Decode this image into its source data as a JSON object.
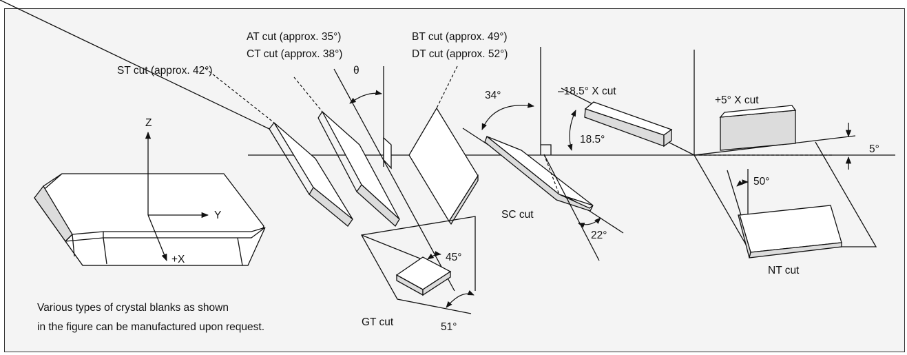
{
  "labels": {
    "st_cut": "ST cut (approx. 42°)",
    "at_cut": "AT cut (approx. 35°)",
    "ct_cut": "CT cut (approx. 38°)",
    "bt_cut": "BT cut (approx. 49°)",
    "dt_cut": "DT cut (approx. 52°)",
    "theta": "θ",
    "sc_angle_34": "34°",
    "x_cut_minus": "–18.5° X cut",
    "angle_18_5": "18.5°",
    "x_cut_plus": "+5° X cut",
    "angle_5": "5°",
    "angle_50": "50°",
    "sc_cut": "SC cut",
    "angle_22": "22°",
    "nt_cut": "NT cut",
    "gt_angle_45": "45°",
    "gt_cut": "GT cut",
    "gt_angle_51": "51°",
    "axis_z": "Z",
    "axis_y": "Y",
    "axis_x": "+X"
  },
  "note": {
    "line1": "Various types of crystal blanks as shown",
    "line2": "in the figure can be manufactured upon request."
  },
  "colors": {
    "background": "#f4f4f4",
    "line": "#111111",
    "blank_face": "#ffffff",
    "blank_side": "#dcdcdc"
  }
}
